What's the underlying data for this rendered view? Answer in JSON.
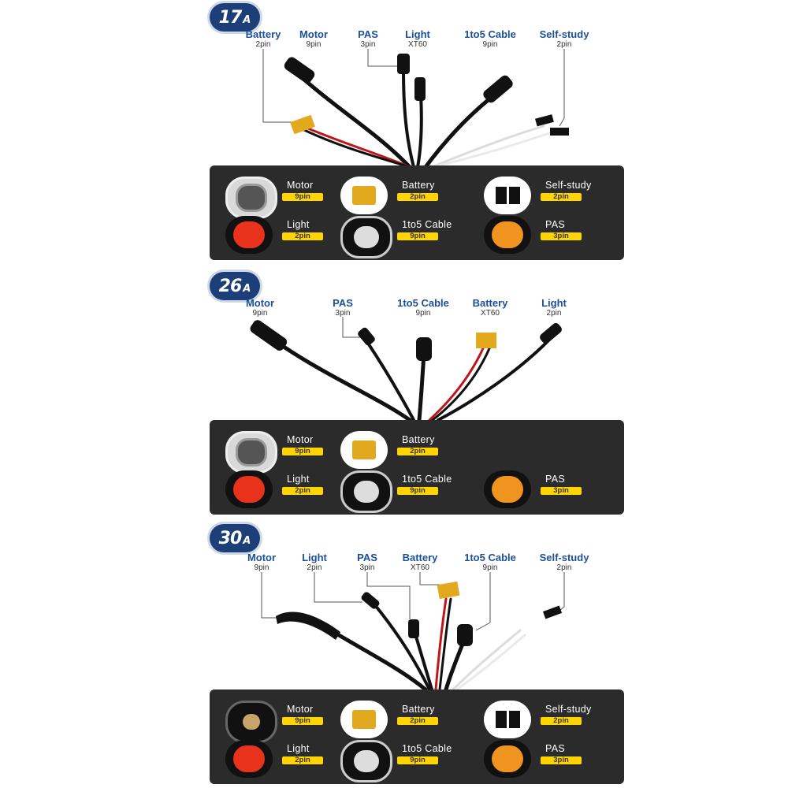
{
  "sections": [
    {
      "badge": {
        "number": "17",
        "unit": "A"
      },
      "wire_labels": [
        {
          "title": "Battery",
          "sub": "2pin"
        },
        {
          "title": "Motor",
          "sub": "9pin"
        },
        {
          "title": "PAS",
          "sub": "3pin"
        },
        {
          "title": "Light",
          "sub": "XT60"
        },
        {
          "title": "1to5 Cable",
          "sub": "9pin"
        },
        {
          "title": "Self-study",
          "sub": "2pin"
        }
      ],
      "connectors": [
        {
          "name": "Motor",
          "pin": "9pin",
          "icon": "motor-9pin-connector-icon"
        },
        {
          "name": "Battery",
          "pin": "2pin",
          "icon": "xt60-battery-connector-icon"
        },
        {
          "name": "Self-study",
          "pin": "2pin",
          "icon": "self-study-plug-icon"
        },
        {
          "name": "Light",
          "pin": "2pin",
          "icon": "red-light-connector-icon"
        },
        {
          "name": "1to5 Cable",
          "pin": "9pin",
          "icon": "1to5-cable-connector-icon"
        },
        {
          "name": "PAS",
          "pin": "3pin",
          "icon": "orange-pas-connector-icon"
        }
      ]
    },
    {
      "badge": {
        "number": "26",
        "unit": "A"
      },
      "wire_labels": [
        {
          "title": "Motor",
          "sub": "9pin"
        },
        {
          "title": "PAS",
          "sub": "3pin"
        },
        {
          "title": "1to5 Cable",
          "sub": "9pin"
        },
        {
          "title": "Battery",
          "sub": "XT60"
        },
        {
          "title": "Light",
          "sub": "2pin"
        }
      ],
      "connectors": [
        {
          "name": "Motor",
          "pin": "9pin",
          "icon": "motor-9pin-connector-icon"
        },
        {
          "name": "Battery",
          "pin": "2pin",
          "icon": "xt60-battery-connector-icon"
        },
        {
          "name": "Light",
          "pin": "2pin",
          "icon": "red-light-connector-icon"
        },
        {
          "name": "1to5 Cable",
          "pin": "9pin",
          "icon": "1to5-cable-connector-icon"
        },
        {
          "name": "PAS",
          "pin": "3pin",
          "icon": "orange-pas-connector-icon"
        }
      ]
    },
    {
      "badge": {
        "number": "30",
        "unit": "A"
      },
      "wire_labels": [
        {
          "title": "Motor",
          "sub": "9pin"
        },
        {
          "title": "Light",
          "sub": "2pin"
        },
        {
          "title": "PAS",
          "sub": "3pin"
        },
        {
          "title": "Battery",
          "sub": "XT60"
        },
        {
          "title": "1to5 Cable",
          "sub": "9pin"
        },
        {
          "title": "Self-study",
          "sub": "2pin"
        }
      ],
      "connectors": [
        {
          "name": "Motor",
          "pin": "9pin",
          "icon": "motor-3pin-power-connector-icon"
        },
        {
          "name": "Battery",
          "pin": "2pin",
          "icon": "xt60-battery-connector-icon"
        },
        {
          "name": "Self-study",
          "pin": "2pin",
          "icon": "self-study-plug-icon"
        },
        {
          "name": "Light",
          "pin": "2pin",
          "icon": "red-light-connector-icon"
        },
        {
          "name": "1to5 Cable",
          "pin": "9pin",
          "icon": "1to5-cable-connector-icon"
        },
        {
          "name": "PAS",
          "pin": "3pin",
          "icon": "orange-pas-connector-icon"
        }
      ]
    }
  ],
  "colors": {
    "badge": "#1c3f78",
    "label_title": "#1c4f9b",
    "panel": "#2b2b2b",
    "pin_tag": "#ffd400",
    "battery_wire": "#c0161b",
    "xt60": "#e3a91e",
    "light_red": "#e8321b",
    "pas_orange": "#f0931f"
  }
}
